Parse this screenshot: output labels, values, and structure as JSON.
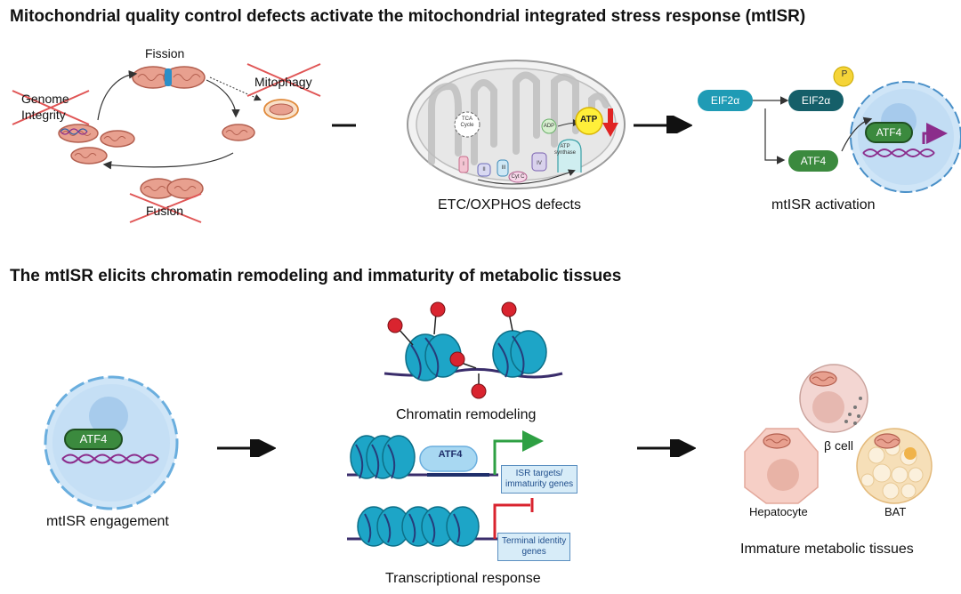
{
  "section1": {
    "title": "Mitochondrial quality control defects activate the mitochondrial integrated stress response (mtISR)",
    "qc": {
      "fission": "Fission",
      "mitophagy": "Mitophagy",
      "genome_integrity": "Genome\nIntegrity",
      "fusion": "Fusion"
    },
    "etc": {
      "caption": "ETC/OXPHOS defects",
      "tca": "TCA\nCycle",
      "adp": "ADP",
      "atp": "ATP",
      "atp_synthase": "ATP\nsynthase",
      "complexes": [
        "I",
        "II",
        "III",
        "IV"
      ],
      "cytc": "Cyt C"
    },
    "mtisr": {
      "caption": "mtISR activation",
      "eif2a": "EIF2α",
      "eif2a_p": "EIF2α",
      "p": "P",
      "atf4": "ATF4",
      "atf4_nuc": "ATF4"
    }
  },
  "section2": {
    "title": "The mtISR elicits chromatin remodeling and immaturity of metabolic tissues",
    "engagement": {
      "caption": "mtISR engagement",
      "atf4": "ATF4"
    },
    "chromatin": {
      "caption": "Chromatin remodeling"
    },
    "transcription": {
      "caption": "Transcriptional response",
      "atf4": "ATF4",
      "isr_targets": "ISR targets/\nimmaturity genes",
      "terminal": "Terminal identity\ngenes"
    },
    "tissues": {
      "caption": "Immature metabolic tissues",
      "hepatocyte": "Hepatocyte",
      "beta_cell": "β cell",
      "bat": "BAT"
    }
  },
  "colors": {
    "mito_fill": "#e8a08f",
    "mito_stroke": "#b35f4f",
    "teal": "#1f9bb5",
    "dark_teal": "#155f69",
    "atf4_green": "#3b8a3e",
    "cross_red": "#e05555",
    "nucleosome": "#1da5c7",
    "methyl_red": "#d9242f",
    "green_arrow": "#2ea043",
    "red_block": "#d9242f",
    "purple": "#8b2c8b"
  }
}
